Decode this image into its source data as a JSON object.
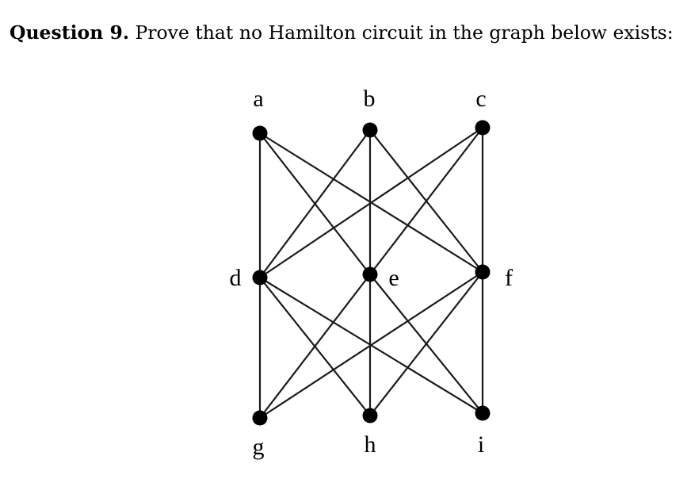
{
  "question": {
    "number_label": "Question 9.",
    "text": "Prove that no Hamilton circuit in the graph below exists:"
  },
  "graph": {
    "vertices": [
      {
        "id": "a",
        "label": "a"
      },
      {
        "id": "b",
        "label": "b"
      },
      {
        "id": "c",
        "label": "c"
      },
      {
        "id": "d",
        "label": "d"
      },
      {
        "id": "e",
        "label": "e"
      },
      {
        "id": "f",
        "label": "f"
      },
      {
        "id": "g",
        "label": "g"
      },
      {
        "id": "h",
        "label": "h"
      },
      {
        "id": "i",
        "label": "i"
      }
    ],
    "edges": [
      [
        "a",
        "d"
      ],
      [
        "a",
        "e"
      ],
      [
        "a",
        "f"
      ],
      [
        "b",
        "d"
      ],
      [
        "b",
        "e"
      ],
      [
        "b",
        "f"
      ],
      [
        "c",
        "d"
      ],
      [
        "c",
        "e"
      ],
      [
        "c",
        "f"
      ],
      [
        "d",
        "g"
      ],
      [
        "d",
        "h"
      ],
      [
        "d",
        "i"
      ],
      [
        "e",
        "g"
      ],
      [
        "e",
        "h"
      ],
      [
        "e",
        "i"
      ],
      [
        "f",
        "g"
      ],
      [
        "f",
        "h"
      ],
      [
        "f",
        "i"
      ]
    ]
  }
}
